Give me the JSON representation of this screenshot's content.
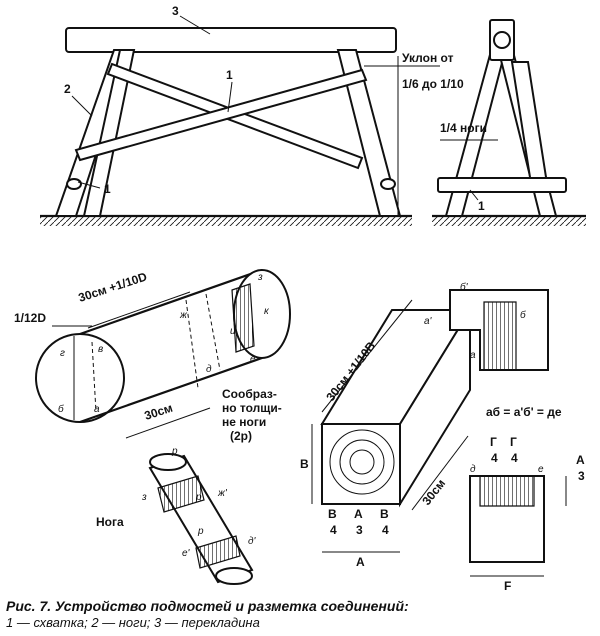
{
  "top_view": {
    "num_3": "3",
    "num_2": "2",
    "num_1_upper": "1",
    "num_1_lower": "1",
    "num_1_side": "1",
    "slope_title": "Уклон от",
    "slope_range": "1/6 до 1/10",
    "quarter_leg": "1/4 ноги"
  },
  "log_detail": {
    "label_30_plus_10D": "30см +1/10D",
    "label_12D": "1/12D",
    "label_30": "30см",
    "letter_g": "г",
    "letter_v": "в",
    "letter_b": "б",
    "letter_a": "а",
    "letter_zh": "ж",
    "letter_i": "и",
    "letter_d": "д",
    "letter_z": "з",
    "letter_k": "к",
    "letter_e": "е",
    "note_line1": "Сообраз-",
    "note_line2": "но толщи-",
    "note_line3": "не ноги",
    "note_line4": "(2р)"
  },
  "leg_detail": {
    "title": "Нога",
    "letter_p1": "р",
    "letter_p2": "р",
    "letter_z": "з",
    "letter_zh": "ж'",
    "letter_e": "е'",
    "letter_d": "д'",
    "letter_p_mid": "р"
  },
  "beam_detail": {
    "label_30_plus_10B": "30см +1/10В",
    "label_30": "30см",
    "letter_a1": "а'",
    "letter_b1": "б'",
    "letter_b": "б",
    "letter_a": "а",
    "formula": "аб = а'б' = де",
    "dim_B": "В",
    "dim_A": "А",
    "frac_B4_left_num": "В",
    "frac_B4_left_den": "4",
    "frac_A3_num": "А",
    "frac_A3_den": "3",
    "frac_B4_right_num": "В",
    "frac_B4_right_den": "4"
  },
  "section_detail": {
    "frac_G4_left_num": "Г",
    "frac_G4_left_den": "4",
    "frac_G4_right_num": "Г",
    "frac_G4_right_den": "4",
    "letter_d": "д",
    "letter_e": "е",
    "frac_A3_num": "А",
    "frac_A3_den": "3",
    "dim_F": "F"
  },
  "caption": {
    "title": "Рис. 7. Устройство подмостей и разметка соединений:",
    "legend": "1 — схватка; 2 — ноги; 3 — перекладина"
  }
}
